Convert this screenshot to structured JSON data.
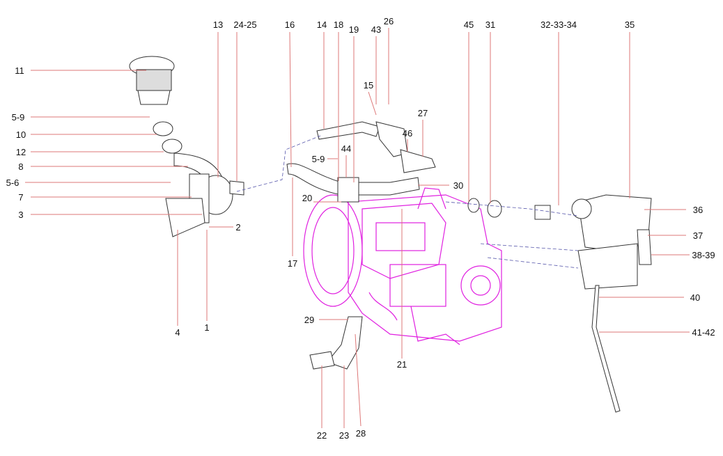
{
  "diagram": {
    "title": "Engine intake and exhaust exploded parts view",
    "labels": [
      "13",
      "24-25",
      "16",
      "14",
      "18",
      "19",
      "43",
      "26",
      "45",
      "31",
      "32-33-34",
      "35",
      "11",
      "5-9",
      "10",
      "12",
      "8",
      "5-6",
      "7",
      "3",
      "2",
      "4",
      "1",
      "15",
      "27",
      "46",
      "5-9",
      "44",
      "30",
      "20",
      "17",
      "36",
      "37",
      "38-39",
      "40",
      "41-42",
      "29",
      "21",
      "22",
      "23",
      "28"
    ],
    "colors": {
      "engine": "#e020e0",
      "leader": "#dd7777",
      "text": "#111111"
    }
  }
}
